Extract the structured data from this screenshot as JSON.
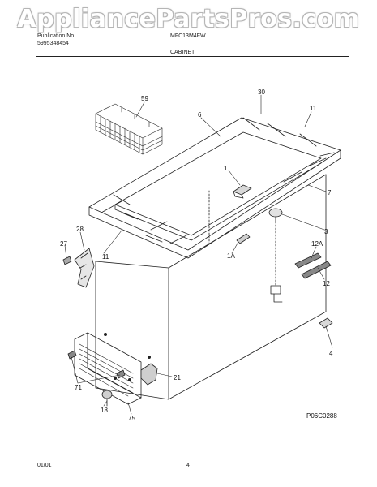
{
  "watermark": "AppliancePartsPros.com",
  "header": {
    "publication_label": "Publication No.",
    "publication_number": "5995348454",
    "model": "MFC13M4FW",
    "section_title": "CABINET"
  },
  "callouts": {
    "c59": "59",
    "c6": "6",
    "c30": "30",
    "c11a": "11",
    "c1": "1",
    "c7": "7",
    "c3": "3",
    "c28": "28",
    "c27": "27",
    "c11b": "11",
    "c1a": "1A",
    "c12a": "12A",
    "c12": "12",
    "c4": "4",
    "c21": "21",
    "c71": "71",
    "c18": "18",
    "c75": "75"
  },
  "figure_id": "P06C0288",
  "footer": {
    "date": "01/01",
    "page": "4"
  }
}
